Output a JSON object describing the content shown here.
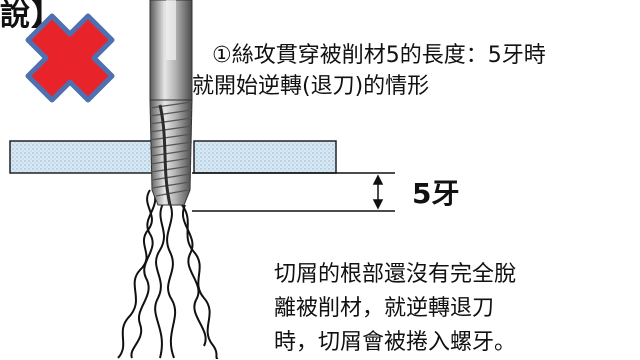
{
  "corner_title": "說】",
  "description": {
    "line1": "①絲攻貫穿被削材5的長度：5牙時",
    "line2": "就開始逆轉(退刀)的情形"
  },
  "depth_label": "5牙",
  "chip_note": {
    "line1": "切屑的根部還沒有完全脫",
    "line2": "離被削材，就逆轉退刀",
    "line3": "時，切屑會被捲入螺牙。"
  },
  "colors": {
    "cross": "#e8232a",
    "cross_outline": "#4e6fb0",
    "workpiece": "#cfe3f2",
    "tap_body": "#9a9a9a"
  },
  "icons": [
    "red-x-icon"
  ]
}
